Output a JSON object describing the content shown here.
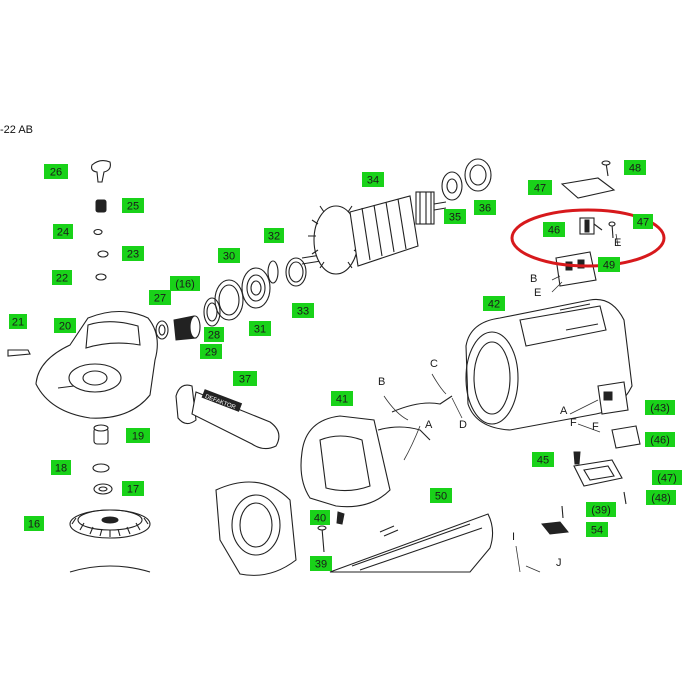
{
  "diagram": {
    "model_label": "-22 AB",
    "accent_color": "#19d219",
    "highlight_color": "#d7191c",
    "handle_brand": "DEFAKTOR",
    "callouts": [
      {
        "id": "c26",
        "text": "26"
      },
      {
        "id": "c25",
        "text": "25"
      },
      {
        "id": "c24",
        "text": "24"
      },
      {
        "id": "c23",
        "text": "23"
      },
      {
        "id": "c22",
        "text": "22"
      },
      {
        "id": "c21",
        "text": "21"
      },
      {
        "id": "c20",
        "text": "20"
      },
      {
        "id": "c19",
        "text": "19"
      },
      {
        "id": "c18",
        "text": "18"
      },
      {
        "id": "c17",
        "text": "17"
      },
      {
        "id": "c16a",
        "text": "16"
      },
      {
        "id": "c27",
        "text": "27"
      },
      {
        "id": "c16b",
        "text": "(16)"
      },
      {
        "id": "c28",
        "text": "28"
      },
      {
        "id": "c29",
        "text": "29"
      },
      {
        "id": "c30",
        "text": "30"
      },
      {
        "id": "c31",
        "text": "31"
      },
      {
        "id": "c32",
        "text": "32"
      },
      {
        "id": "c33",
        "text": "33"
      },
      {
        "id": "c34",
        "text": "34"
      },
      {
        "id": "c35",
        "text": "35"
      },
      {
        "id": "c36",
        "text": "36"
      },
      {
        "id": "c37",
        "text": "37"
      },
      {
        "id": "c41",
        "text": "41"
      },
      {
        "id": "c40",
        "text": "40"
      },
      {
        "id": "c39a",
        "text": "39"
      },
      {
        "id": "c50",
        "text": "50"
      },
      {
        "id": "c42",
        "text": "42"
      },
      {
        "id": "c47a",
        "text": "47"
      },
      {
        "id": "c48a",
        "text": "48"
      },
      {
        "id": "c46a",
        "text": "46"
      },
      {
        "id": "c47b",
        "text": "47"
      },
      {
        "id": "c49",
        "text": "49"
      },
      {
        "id": "c43",
        "text": "(43)"
      },
      {
        "id": "c46b",
        "text": "(46)"
      },
      {
        "id": "c45",
        "text": "45"
      },
      {
        "id": "c47c",
        "text": "(47)"
      },
      {
        "id": "c48b",
        "text": "(48)"
      },
      {
        "id": "c39b",
        "text": "(39)"
      },
      {
        "id": "c54",
        "text": "54"
      }
    ],
    "letters": [
      {
        "id": "lC",
        "text": "C"
      },
      {
        "id": "lB",
        "text": "B"
      },
      {
        "id": "lA",
        "text": "A"
      },
      {
        "id": "lD",
        "text": "D"
      },
      {
        "id": "lE1",
        "text": "E"
      },
      {
        "id": "lB2",
        "text": "B"
      },
      {
        "id": "lE2",
        "text": "E"
      },
      {
        "id": "lA2",
        "text": "A"
      },
      {
        "id": "lF1",
        "text": "F"
      },
      {
        "id": "lF2",
        "text": "F"
      },
      {
        "id": "lI",
        "text": "I"
      },
      {
        "id": "lJ",
        "text": "J"
      }
    ]
  }
}
